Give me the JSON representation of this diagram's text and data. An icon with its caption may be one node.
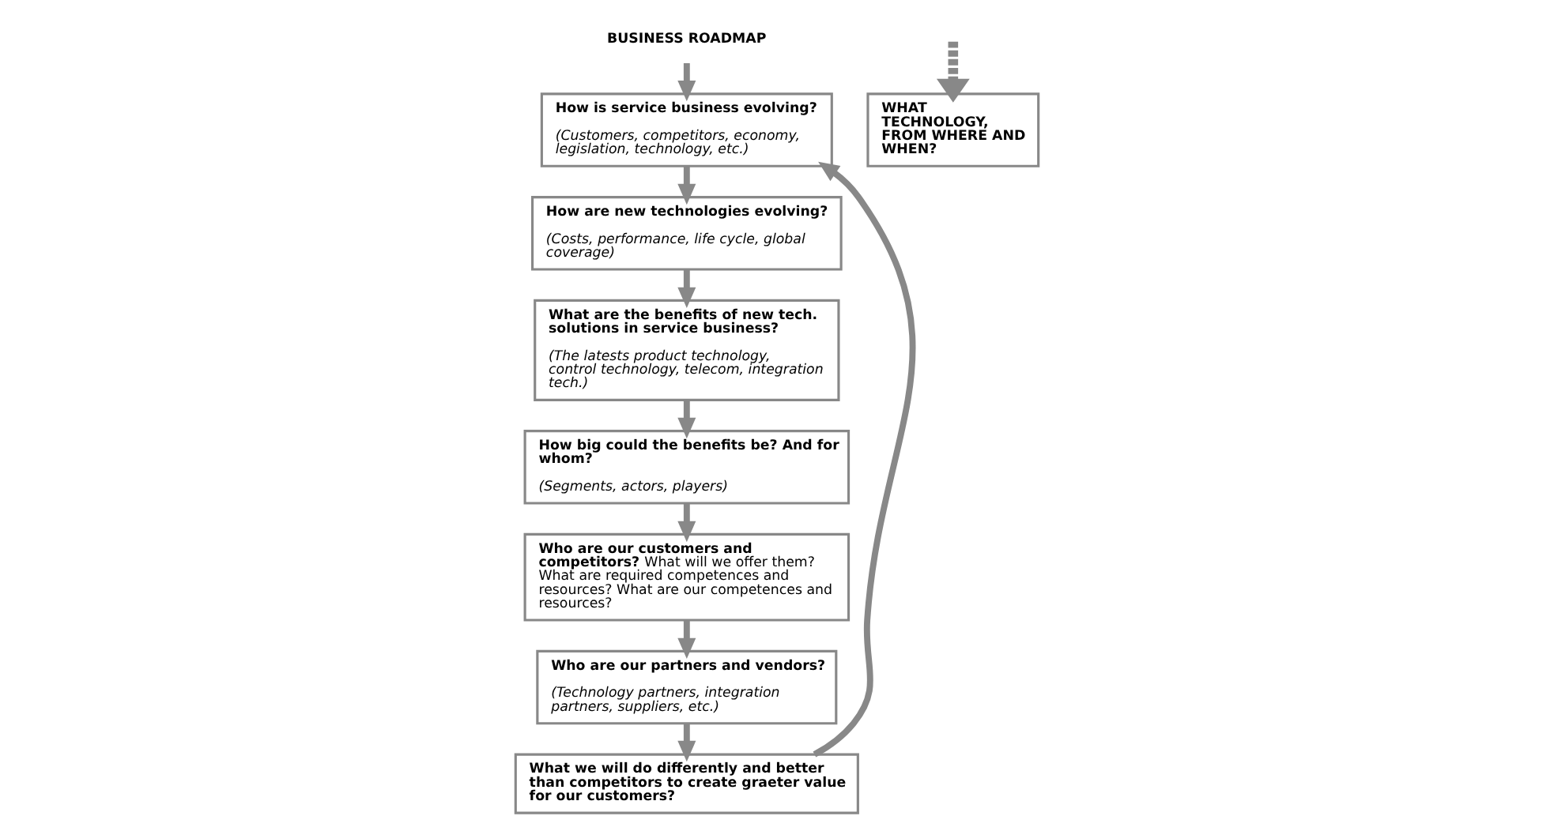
{
  "diagram": {
    "nodes": [
      {
        "text": [
          "BUSINESS ROADMAP"
        ]
      },
      {
        "text": [
          "How is service business evolving?",
          "*(Customers, competitors, economy, legislation, technology, etc.)*"
        ]
      },
      {
        "text": [
          "How are new technologies evolving?",
          "*(Costs, performance, life cycle, global coverage)*"
        ]
      },
      {
        "text": [
          "What are the benefits of new tech. solutions in service business?",
          "*(The latests product technology, control technology, telecom, integration tech.)*"
        ]
      },
      {
        "text": [
          "How big could the benefits be? And for whom?",
          "*(Segments, actors, players)*"
        ]
      },
      {
        "text": [
          "**Who are our customers and competitors?** What will we offer them? What are required competences and resources? What are our competences and resources?"
        ]
      },
      {
        "text": [
          "Who are our partners and vendors?",
          "*(Technology partners, integration partners, suppliers, etc.)*"
        ]
      },
      {
        "text": [
          "What we will do differently and better than competitors to create graeter value for our customers?"
        ]
      },
      {
        "text": [
          "WHAT TECHNOLOGY, FROM WHERE AND WHEN?"
        ]
      }
    ],
    "edges": [
      {
        "from": 0,
        "to": 1,
        "arrow": "to"
      },
      {
        "from": 1,
        "to": 2,
        "arrow": "to"
      },
      {
        "from": 2,
        "to": 3,
        "arrow": "to"
      },
      {
        "from": 3,
        "to": 4,
        "arrow": "to"
      },
      {
        "from": 4,
        "to": 5,
        "arrow": "to"
      },
      {
        "from": 5,
        "to": 6,
        "arrow": "to"
      },
      {
        "from": 6,
        "to": 7,
        "arrow": "to"
      },
      {
        "from": 7,
        "to": 1,
        "arrow": "to"
      },
      {
        "from": null,
        "to": 8,
        "arrow": "to",
        "style": "dashed"
      }
    ]
  }
}
